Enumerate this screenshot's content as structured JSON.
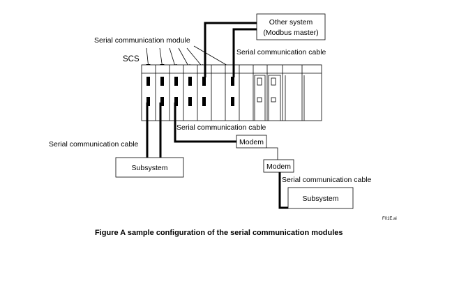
{
  "labels": {
    "other_system_line1": "Other system",
    "other_system_line2": "(Modbus master)",
    "serial_module": "Serial communication module",
    "scs": "SCS",
    "cable_top": "Serial communication cable",
    "cable_middle": "Serial communication cable",
    "cable_left": "Serial communication cable",
    "cable_right": "Serial communication cable",
    "modem1": "Modem",
    "modem2": "Modem",
    "subsystem_left": "Subsystem",
    "subsystem_right": "Subsystem",
    "file_id": "F01E.ai",
    "caption": "Figure  A sample configuration of the serial communication modules"
  }
}
